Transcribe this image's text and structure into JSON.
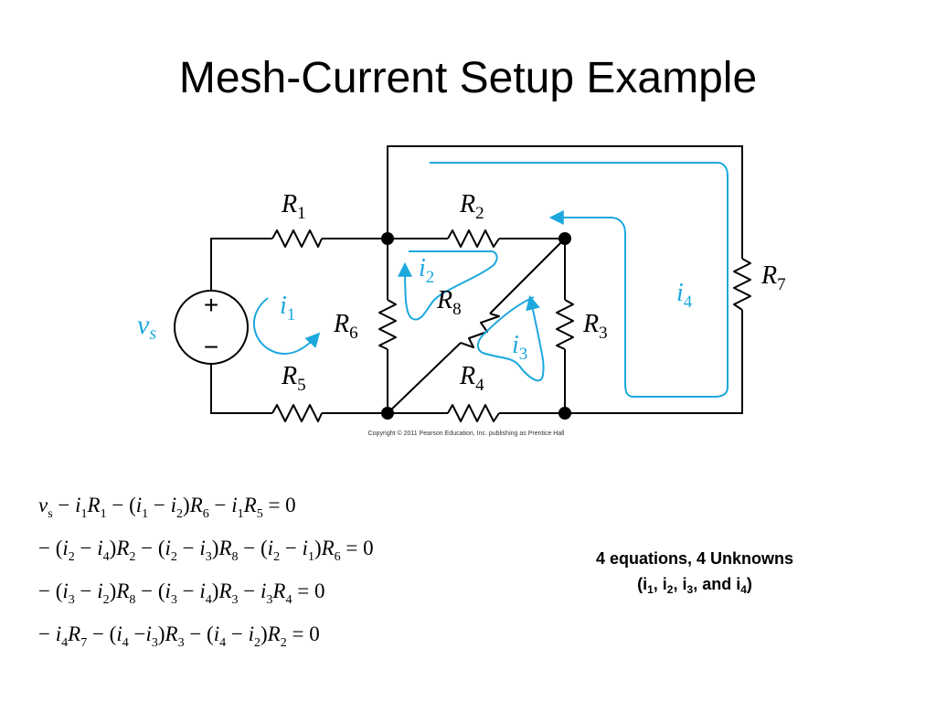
{
  "slide": {
    "title": "Mesh-Current Setup Example"
  },
  "circuit": {
    "source": {
      "symbol": "v",
      "subscript": "s",
      "plus": "+",
      "minus": "−"
    },
    "resistors": {
      "R1": {
        "symbol": "R",
        "subscript": "1"
      },
      "R2": {
        "symbol": "R",
        "subscript": "2"
      },
      "R3": {
        "symbol": "R",
        "subscript": "3"
      },
      "R4": {
        "symbol": "R",
        "subscript": "4"
      },
      "R5": {
        "symbol": "R",
        "subscript": "5"
      },
      "R6": {
        "symbol": "R",
        "subscript": "6"
      },
      "R7": {
        "symbol": "R",
        "subscript": "7"
      },
      "R8": {
        "symbol": "R",
        "subscript": "8"
      }
    },
    "meshes": {
      "i1": {
        "symbol": "i",
        "subscript": "1"
      },
      "i2": {
        "symbol": "i",
        "subscript": "2"
      },
      "i3": {
        "symbol": "i",
        "subscript": "3"
      },
      "i4": {
        "symbol": "i",
        "subscript": "4"
      }
    },
    "copyright": "Copyright © 2011 Pearson Education, Inc. publishing as Prentice Hall",
    "colors": {
      "wire": "#000000",
      "mesh_arrow": "#1ca8dd"
    }
  },
  "equations": [
    [
      {
        "t": "v",
        "s": "s"
      },
      {
        "t": " − "
      },
      {
        "t": "i",
        "s": "1"
      },
      {
        "t": "R",
        "s": "1"
      },
      {
        "t": " − ("
      },
      {
        "t": "i",
        "s": "1"
      },
      {
        "t": " − "
      },
      {
        "t": "i",
        "s": "2"
      },
      {
        "t": ")"
      },
      {
        "t": "R",
        "s": "6"
      },
      {
        "t": " − "
      },
      {
        "t": "i",
        "s": "1"
      },
      {
        "t": "R",
        "s": "5"
      },
      {
        "t": " = 0"
      }
    ],
    [
      {
        "t": "− ("
      },
      {
        "t": "i",
        "s": "2"
      },
      {
        "t": " − "
      },
      {
        "t": "i",
        "s": "4"
      },
      {
        "t": ")"
      },
      {
        "t": "R",
        "s": "2"
      },
      {
        "t": " − ("
      },
      {
        "t": "i",
        "s": "2"
      },
      {
        "t": " − "
      },
      {
        "t": "i",
        "s": "3"
      },
      {
        "t": ")"
      },
      {
        "t": "R",
        "s": "8"
      },
      {
        "t": " − ("
      },
      {
        "t": "i",
        "s": "2"
      },
      {
        "t": " − "
      },
      {
        "t": "i",
        "s": "1"
      },
      {
        "t": ")"
      },
      {
        "t": "R",
        "s": "6"
      },
      {
        "t": " = 0"
      }
    ],
    [
      {
        "t": "− ("
      },
      {
        "t": "i",
        "s": "3"
      },
      {
        "t": " − "
      },
      {
        "t": "i",
        "s": "2"
      },
      {
        "t": ")"
      },
      {
        "t": "R",
        "s": "8"
      },
      {
        "t": " − ("
      },
      {
        "t": "i",
        "s": "3"
      },
      {
        "t": " − "
      },
      {
        "t": "i",
        "s": "4"
      },
      {
        "t": ")"
      },
      {
        "t": "R",
        "s": "3"
      },
      {
        "t": " − "
      },
      {
        "t": "i",
        "s": "3"
      },
      {
        "t": "R",
        "s": "4"
      },
      {
        "t": " = 0"
      }
    ],
    [
      {
        "t": "− "
      },
      {
        "t": "i",
        "s": "4"
      },
      {
        "t": "R",
        "s": "7"
      },
      {
        "t": " − ("
      },
      {
        "t": "i",
        "s": "4"
      },
      {
        "t": " −"
      },
      {
        "t": "i",
        "s": "3"
      },
      {
        "t": ")"
      },
      {
        "t": "R",
        "s": "3"
      },
      {
        "t": " − ("
      },
      {
        "t": "i",
        "s": "4"
      },
      {
        "t": " − "
      },
      {
        "t": "i",
        "s": "2"
      },
      {
        "t": ")"
      },
      {
        "t": "R",
        "s": "2"
      },
      {
        "t": " = 0"
      }
    ]
  ],
  "note": {
    "line1": "4 equations, 4 Unknowns",
    "line2_parts": [
      {
        "t": "(i"
      },
      {
        "t": "1",
        "sub": true
      },
      {
        "t": ", i"
      },
      {
        "t": "2",
        "sub": true
      },
      {
        "t": ", i"
      },
      {
        "t": "3",
        "sub": true
      },
      {
        "t": ", and i"
      },
      {
        "t": "4",
        "sub": true
      },
      {
        "t": ")"
      }
    ]
  }
}
